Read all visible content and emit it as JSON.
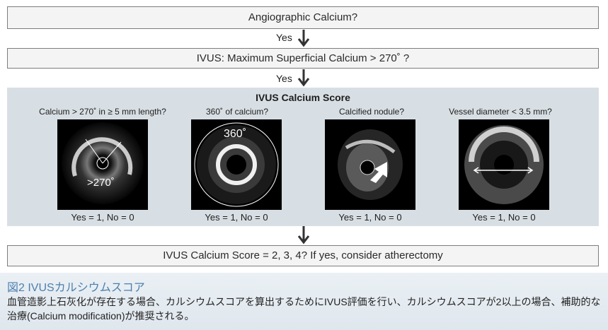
{
  "flow": {
    "box1": "Angiographic Calcium?",
    "yes1": "Yes",
    "box2": "IVUS: Maximum Superficial Calcium > 270˚ ?",
    "yes2": "Yes",
    "box3": "IVUS Calcium Score = 2, 3, 4? If yes, consider atherectomy"
  },
  "score": {
    "title": "IVUS Calcium Score",
    "items": [
      {
        "question": "Calcium > 270˚ in ≥ 5 mm length?",
        "overlay": ">270˚",
        "result": "Yes = 1, No = 0"
      },
      {
        "question": "360˚ of calcium?",
        "overlay": "360˚",
        "result": "Yes = 1, No = 0"
      },
      {
        "question": "Calcified nodule?",
        "overlay": "",
        "result": "Yes = 1, No = 0"
      },
      {
        "question": "Vessel diameter < 3.5 mm?",
        "overlay": "",
        "result": "Yes = 1, No = 0"
      }
    ]
  },
  "figure": {
    "label": "図2 IVUSカルシウムスコア",
    "caption": "血管造影上石灰化が存在する場合、カルシウムスコアを算出するためにIVUS評価を行い、カルシウムスコアが2以上の場合、補助的な治療(Calcium modification)が推奨される。"
  },
  "colors": {
    "accent": "#4d7fae",
    "panel": "#d8dfe4",
    "box": "#f4f4f4"
  }
}
